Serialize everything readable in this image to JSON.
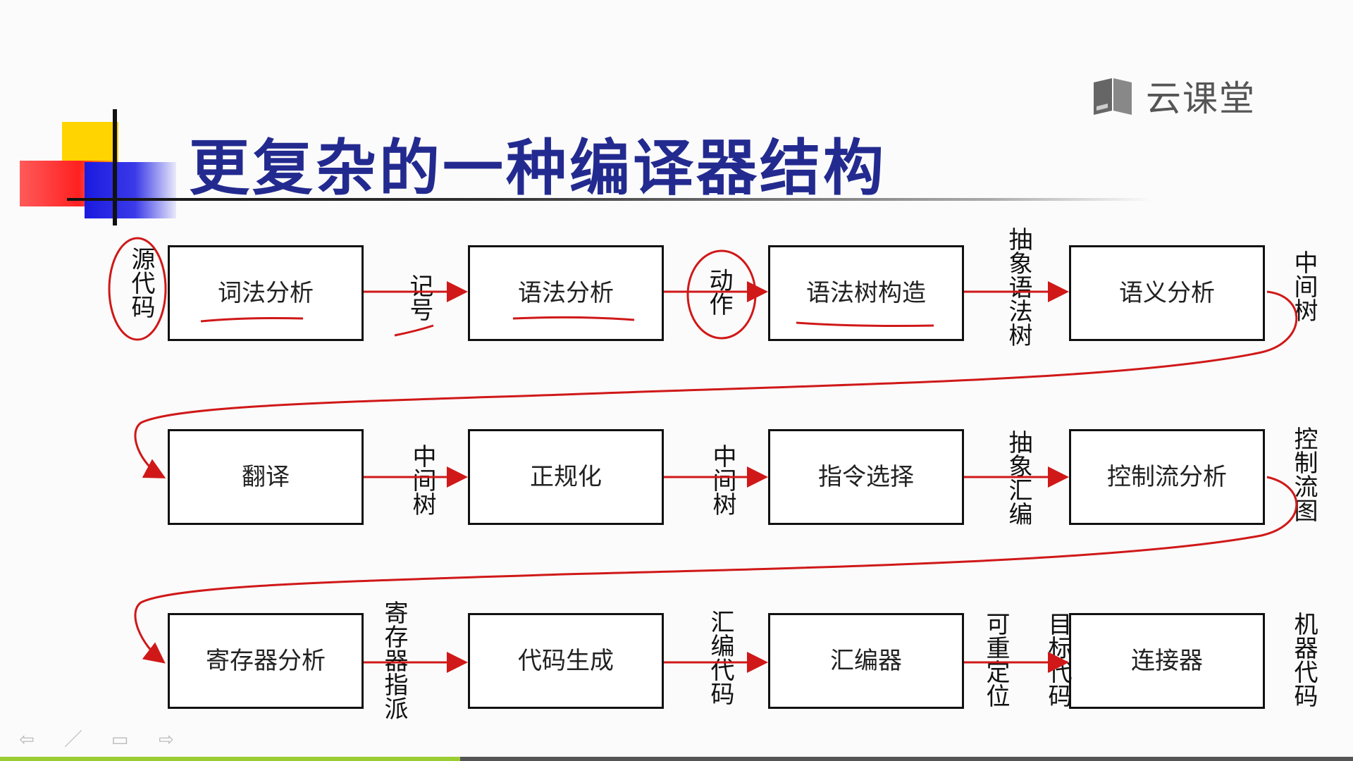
{
  "title": "更复杂的一种编译器结构",
  "logo": {
    "text": "云课堂",
    "icon": "book-icon"
  },
  "boxes": {
    "lexical": "词法分析",
    "syntax": "语法分析",
    "tree_build": "语法树构造",
    "semantic": "语义分析",
    "translate": "翻译",
    "normalize": "正规化",
    "inst_select": "指令选择",
    "cfa": "控制流分析",
    "reg_analysis": "寄存器分析",
    "codegen": "代码生成",
    "assembler": "汇编器",
    "linker": "连接器"
  },
  "labels": {
    "source_code": "源代码",
    "tokens": "记号",
    "actions": "动作",
    "abstract_syntax": "抽象语法树",
    "ir_tree_1": "中间树",
    "ir_tree_2": "中间树",
    "ir_tree_3": "中间树",
    "abstract_asm": "抽象汇编",
    "cfg": "控制流图",
    "reg_assign": "寄存器指派",
    "asm_code": "汇编代码",
    "relocatable": "可重定位",
    "object_code": "目标代码",
    "machine_code": "机器代码"
  },
  "nav": {
    "prev": "⇦",
    "pen": "／",
    "menu": "▭",
    "next": "⇨"
  },
  "progress": {
    "fraction": 0.34,
    "color": "#9acd32"
  },
  "colors": {
    "title": "#232a8f",
    "annotation": "#d01818"
  }
}
